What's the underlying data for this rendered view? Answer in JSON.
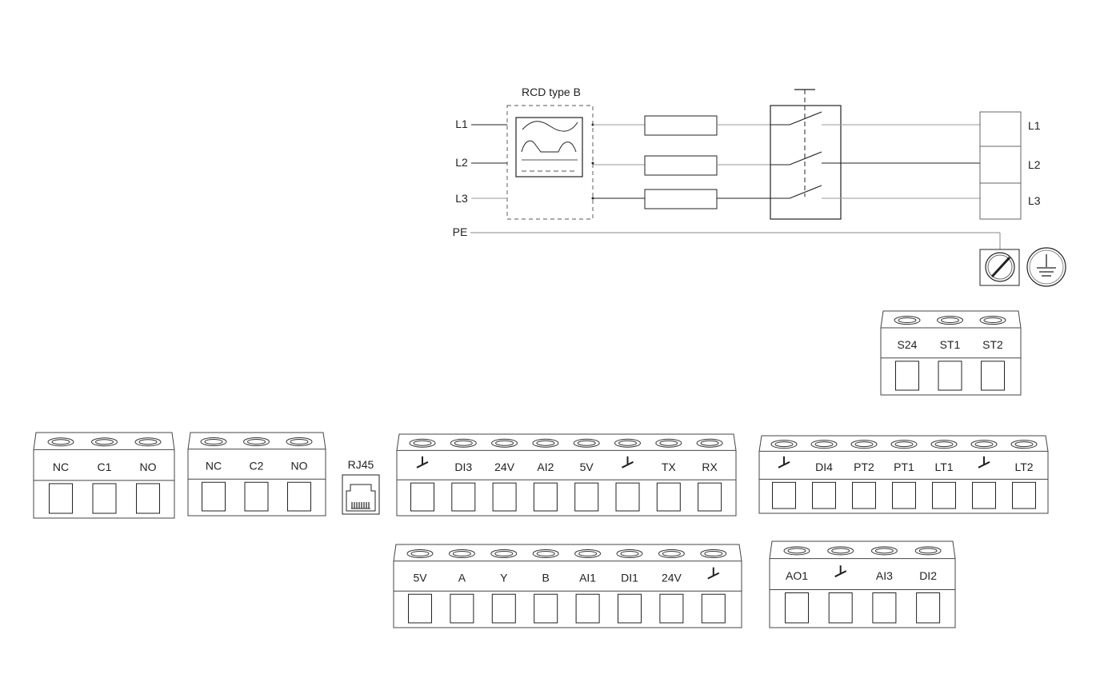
{
  "rcd": {
    "label": "RCD type B"
  },
  "supply": {
    "l1": "L1",
    "l2": "L2",
    "l3": "L3",
    "pe": "PE"
  },
  "output": {
    "l1": "L1",
    "l2": "L2",
    "l3": "L3"
  },
  "rj45": {
    "label": "RJ45"
  },
  "terminal_blocks": {
    "sensor": {
      "labels": [
        "S24",
        "ST1",
        "ST2"
      ]
    },
    "relay1": {
      "labels": [
        "NC",
        "C1",
        "NO"
      ]
    },
    "relay2": {
      "labels": [
        "NC",
        "C2",
        "NO"
      ]
    },
    "io_a": {
      "labels": [
        "",
        "DI3",
        "24V",
        "AI2",
        "5V",
        "",
        "TX",
        "RX"
      ],
      "ground_slots": [
        0,
        5
      ]
    },
    "io_b": {
      "labels": [
        "",
        "DI4",
        "PT2",
        "PT1",
        "LT1",
        "",
        "LT2"
      ],
      "ground_slots": [
        0,
        5
      ]
    },
    "io_c": {
      "labels": [
        "5V",
        "A",
        "Y",
        "B",
        "AI1",
        "DI1",
        "24V",
        ""
      ],
      "ground_slots": [
        7
      ]
    },
    "io_d": {
      "labels": [
        "AO1",
        "",
        "AI3",
        "DI2"
      ],
      "ground_slots": [
        1
      ]
    }
  }
}
